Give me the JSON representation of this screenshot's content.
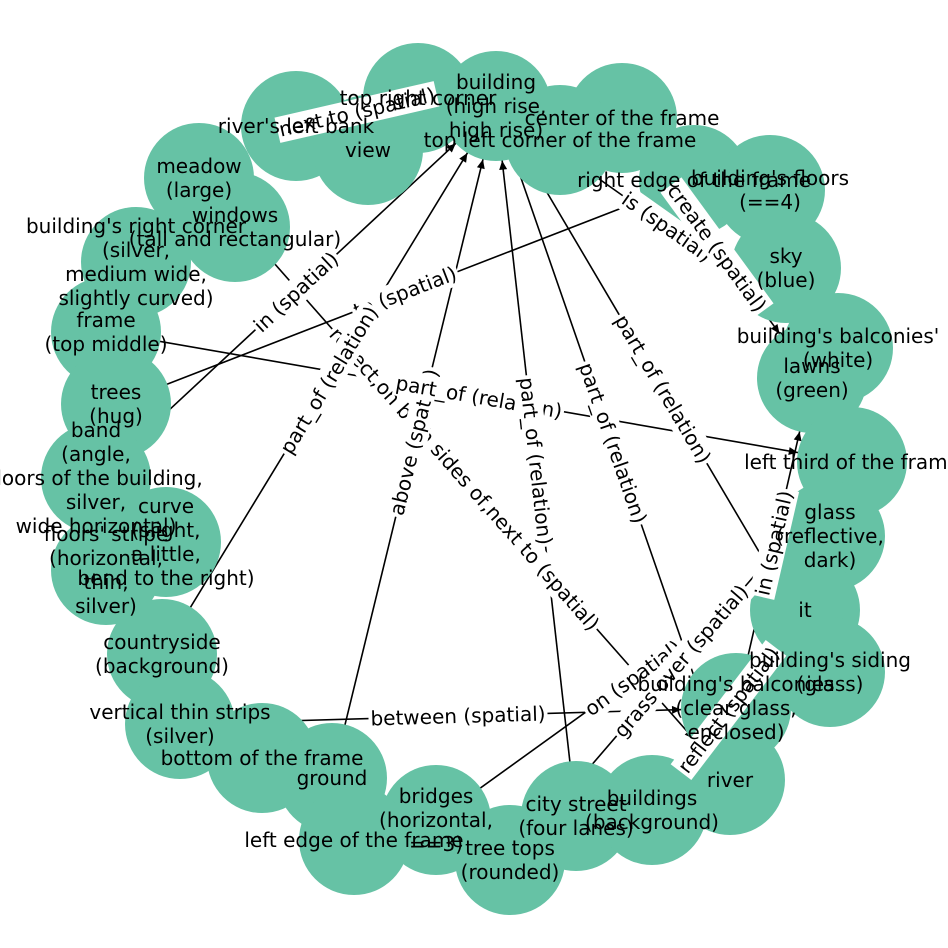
{
  "graph": {
    "node_color": "#66c2a5",
    "edge_color": "#000000",
    "nodes": [
      {
        "id": "top_right_corner",
        "label": "top right corner"
      },
      {
        "id": "building_high_rise",
        "label": "building\n(high rise,\nhigh rise)"
      },
      {
        "id": "center_of_frame",
        "label": "center of the frame"
      },
      {
        "id": "top_left_corner",
        "label": "top left corner of the frame"
      },
      {
        "id": "rivers_left_bank",
        "label": "river's left bank"
      },
      {
        "id": "view",
        "label": "view"
      },
      {
        "id": "right_edge",
        "label": "right edge of the frame"
      },
      {
        "id": "buildings_floors",
        "label": "building's floors\n(==4)"
      },
      {
        "id": "meadow",
        "label": "meadow\n(large)"
      },
      {
        "id": "windows",
        "label": "windows\n(tall and rectangular)"
      },
      {
        "id": "buildings_right_corner",
        "label": "building's right corner\n(silver,\nmedium wide,\nslightly curved)"
      },
      {
        "id": "sky",
        "label": "sky\n(blue)"
      },
      {
        "id": "frame_top_middle",
        "label": "frame\n(top middle)"
      },
      {
        "id": "balconies_white",
        "label": "building's balconies'\n(white)"
      },
      {
        "id": "lawns",
        "label": "lawns\n(green)"
      },
      {
        "id": "trees",
        "label": "trees\n(hug)"
      },
      {
        "id": "band",
        "label": "band\n(angle,\nfloors of the building,\nsilver,\nwide horizontal)"
      },
      {
        "id": "left_third",
        "label": "left third of the frame"
      },
      {
        "id": "curve",
        "label": "curve\n(slight,\na little,\nbend to the right)"
      },
      {
        "id": "floors_stripe",
        "label": "floors' stripe\n(horizontal,\nthin,\nsilver)"
      },
      {
        "id": "glass",
        "label": "glass\n(reflective,\ndark)"
      },
      {
        "id": "it",
        "label": "it"
      },
      {
        "id": "countryside",
        "label": "countryside\n(background)"
      },
      {
        "id": "buildings_siding",
        "label": "building's siding\n(glass)"
      },
      {
        "id": "balconies_glass",
        "label": "building's balconies\n(clear glass,\nenclosed)"
      },
      {
        "id": "vertical_strips",
        "label": "vertical thin strips\n(silver)"
      },
      {
        "id": "bottom_of_frame",
        "label": "bottom of the frame"
      },
      {
        "id": "ground",
        "label": "ground"
      },
      {
        "id": "river",
        "label": "river"
      },
      {
        "id": "bridges",
        "label": "bridges\n(horizontal,\n==3)"
      },
      {
        "id": "city_street",
        "label": "city street\n(four lanes)"
      },
      {
        "id": "buildings_background",
        "label": "buildings\n(background)"
      },
      {
        "id": "left_edge",
        "label": "left edge of the frame"
      },
      {
        "id": "tree_tops",
        "label": "tree tops\n(rounded)"
      }
    ],
    "edges": [
      {
        "source": "meadow",
        "target": "river",
        "label": "reflect,on both sides of,next to (spatial)"
      },
      {
        "source": "ground",
        "target": "building_high_rise",
        "label": "above (spatial)"
      },
      {
        "source": "band",
        "target": "building_high_rise",
        "label": "in (spatial)"
      },
      {
        "source": "trees",
        "target": "right_edge",
        "label": "to (spatial)"
      },
      {
        "source": "frame_top_middle",
        "target": "left_third",
        "label": "part_of (relation)"
      },
      {
        "source": "river",
        "target": "building_high_rise",
        "label": "part_of (relation)"
      },
      {
        "source": "buildings_siding",
        "target": "building_high_rise",
        "label": "part_of (relation)"
      },
      {
        "source": "building_high_rise",
        "target": "balconies_white",
        "label": "is (spatial)"
      },
      {
        "source": "bridges",
        "target": "glass",
        "label": "on (spatial)"
      },
      {
        "source": "vertical_strips",
        "target": "balconies_glass",
        "label": "between (spatial)"
      },
      {
        "source": "buildings_background",
        "target": "it",
        "label": "reflect (spatial)"
      },
      {
        "source": "center_of_frame",
        "target": "lawns",
        "label": "create (spatial)"
      },
      {
        "source": "countryside",
        "target": "building_high_rise",
        "label": "part_of (relation)"
      },
      {
        "source": "city_street",
        "target": "building_high_rise",
        "label": "part_of (relation)"
      },
      {
        "source": "tree_tops",
        "target": "left_third",
        "label": "grass over (spatial)"
      },
      {
        "source": "balconies_glass",
        "target": "lawns",
        "label": "in (spatial)"
      },
      {
        "source": "rivers_left_bank",
        "target": "top_right_corner",
        "label": "next to (spatial)"
      }
    ]
  }
}
